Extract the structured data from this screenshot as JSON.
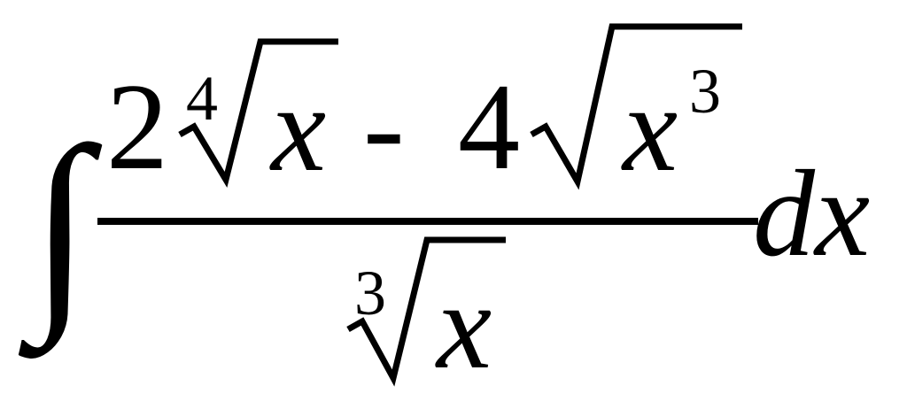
{
  "expression": {
    "integral_sign": "∫",
    "numerator": {
      "term1_coefficient": "2",
      "term1_root_index": "4",
      "term1_radicand": "x",
      "operator": "-",
      "term2_coefficient": "4",
      "term2_radicand_base": "x",
      "term2_radicand_exponent": "3"
    },
    "denominator": {
      "root_index": "3",
      "radicand": "x"
    },
    "differential": "dx"
  }
}
